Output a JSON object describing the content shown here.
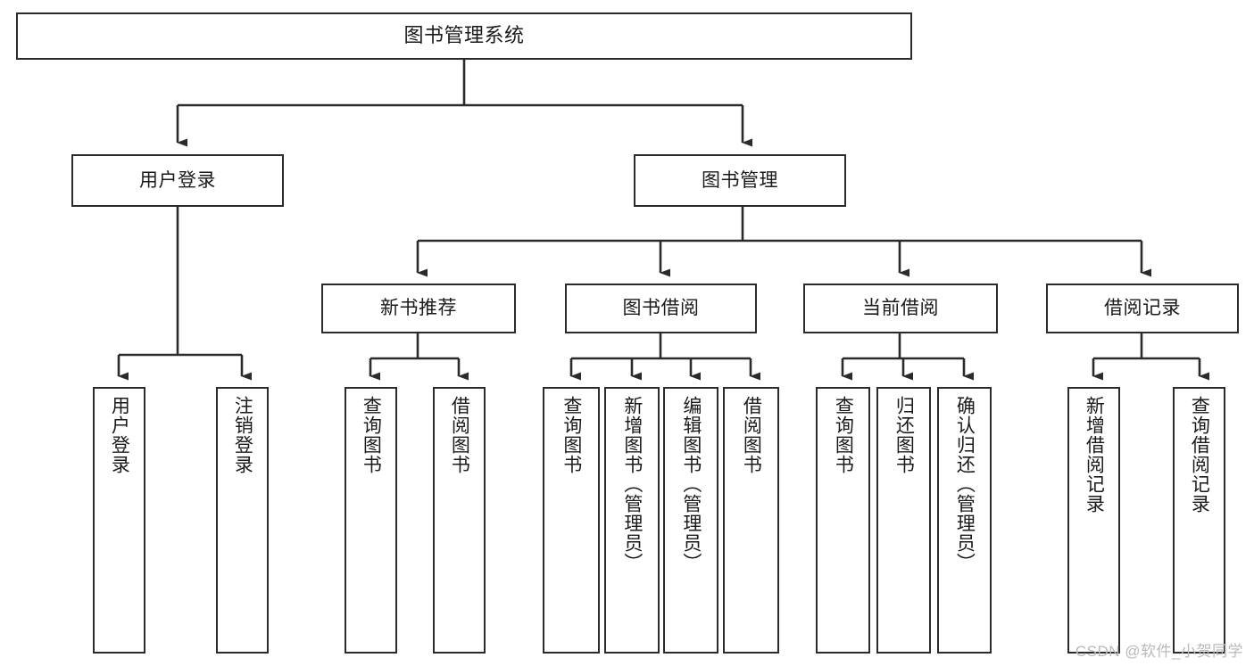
{
  "diagram": {
    "title": "图书管理系统",
    "type": "tree-hierarchy",
    "stroke_color": "#2b2b2b",
    "background_color": "#ffffff",
    "watermark": "CSDN @软件_小贺同学",
    "root": {
      "label": "图书管理系统"
    },
    "level2": [
      {
        "label": "用户登录"
      },
      {
        "label": "图书管理"
      }
    ],
    "level3": [
      {
        "label": "新书推荐"
      },
      {
        "label": "图书借阅"
      },
      {
        "label": "当前借阅"
      },
      {
        "label": "借阅记录"
      }
    ],
    "leaves": {
      "user_login": [
        {
          "label": "用户登录"
        },
        {
          "label": "注销登录"
        }
      ],
      "new_book_recommend": [
        {
          "label": "查询图书"
        },
        {
          "label": "借阅图书"
        }
      ],
      "book_borrow": [
        {
          "label": "查询图书"
        },
        {
          "label": "新增图书（管理员）"
        },
        {
          "label": "编辑图书（管理员）"
        },
        {
          "label": "借阅图书"
        }
      ],
      "current_borrow": [
        {
          "label": "查询图书"
        },
        {
          "label": "归还图书"
        },
        {
          "label": "确认归还（管理员）"
        }
      ],
      "borrow_record": [
        {
          "label": "新增借阅记录"
        },
        {
          "label": "查询借阅记录"
        }
      ]
    }
  }
}
